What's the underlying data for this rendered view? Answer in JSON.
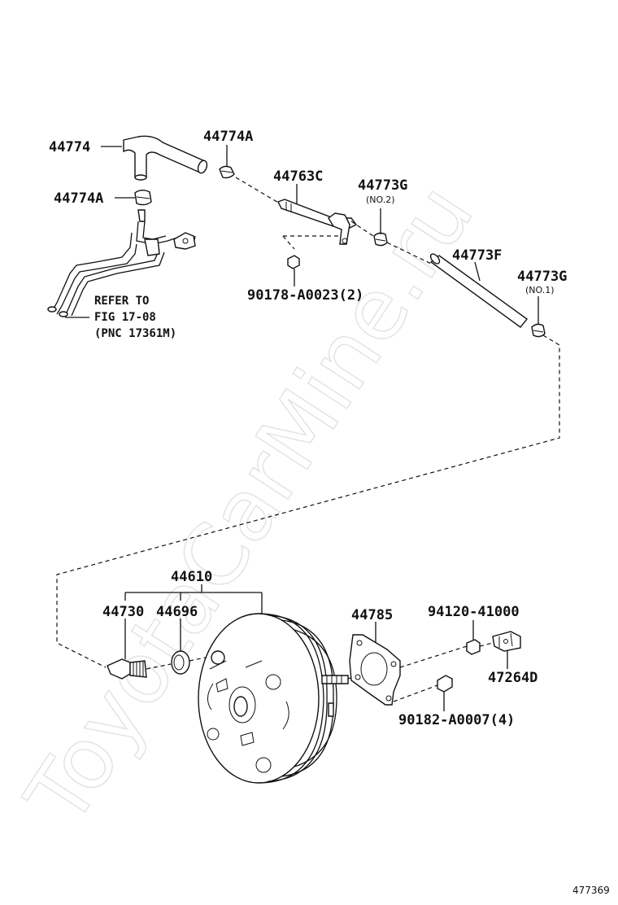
{
  "watermark": "ToyotaCarMine.ru",
  "figure_id": "477369",
  "parts": {
    "p44774": "44774",
    "p44774a_top": "44774A",
    "p44774a_left": "44774A",
    "p44763c": "44763C",
    "p44773g_no2": "44773G",
    "p44773g_no2_sub": "(NO.2)",
    "p44773f": "44773F",
    "p44773g_no1": "44773G",
    "p44773g_no1_sub": "(NO.1)",
    "p90178": "90178-A0023(2)",
    "p44610": "44610",
    "p44730": "44730",
    "p44696": "44696",
    "p44785": "44785",
    "p94120": "94120-41000",
    "p47264d": "47264D",
    "p90182": "90182-A0007(4)"
  },
  "reference": {
    "line1": "REFER TO",
    "line2": "FIG 17-08",
    "line3": "(PNC 17361M)"
  }
}
